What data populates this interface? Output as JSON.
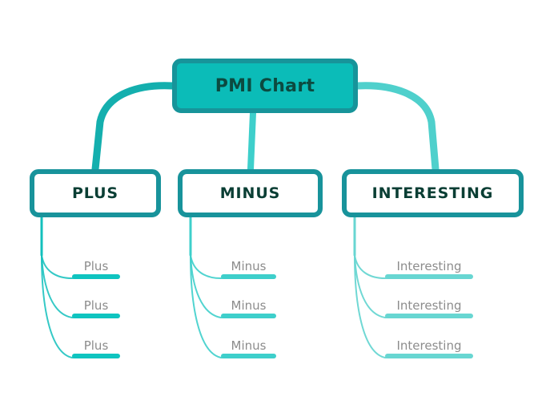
{
  "diagram": {
    "type": "mind-map",
    "title": "PMI Chart",
    "root": {
      "label": "PMI Chart",
      "fill": "#0BBCB8",
      "border": "#17949A",
      "text_color": "#0C4A40"
    },
    "branches": [
      {
        "id": "plus",
        "label": "PLUS",
        "accent": "#0FC4C0",
        "border": "#18939B",
        "text_color": "#0A3E34",
        "leaves": [
          {
            "label": "Plus"
          },
          {
            "label": "Plus"
          },
          {
            "label": "Plus"
          }
        ]
      },
      {
        "id": "minus",
        "label": "MINUS",
        "accent": "#3ECFCB",
        "border": "#18939B",
        "text_color": "#0A3E34",
        "leaves": [
          {
            "label": "Minus"
          },
          {
            "label": "Minus"
          },
          {
            "label": "Minus"
          }
        ]
      },
      {
        "id": "interesting",
        "label": "INTERESTING",
        "accent": "#68D6D2",
        "border": "#18939B",
        "text_color": "#0A3E34",
        "leaves": [
          {
            "label": "Interesting"
          },
          {
            "label": "Interesting"
          },
          {
            "label": "Interesting"
          }
        ]
      }
    ],
    "leaf_text_color": "#8C8C8C",
    "background": "#ffffff"
  }
}
